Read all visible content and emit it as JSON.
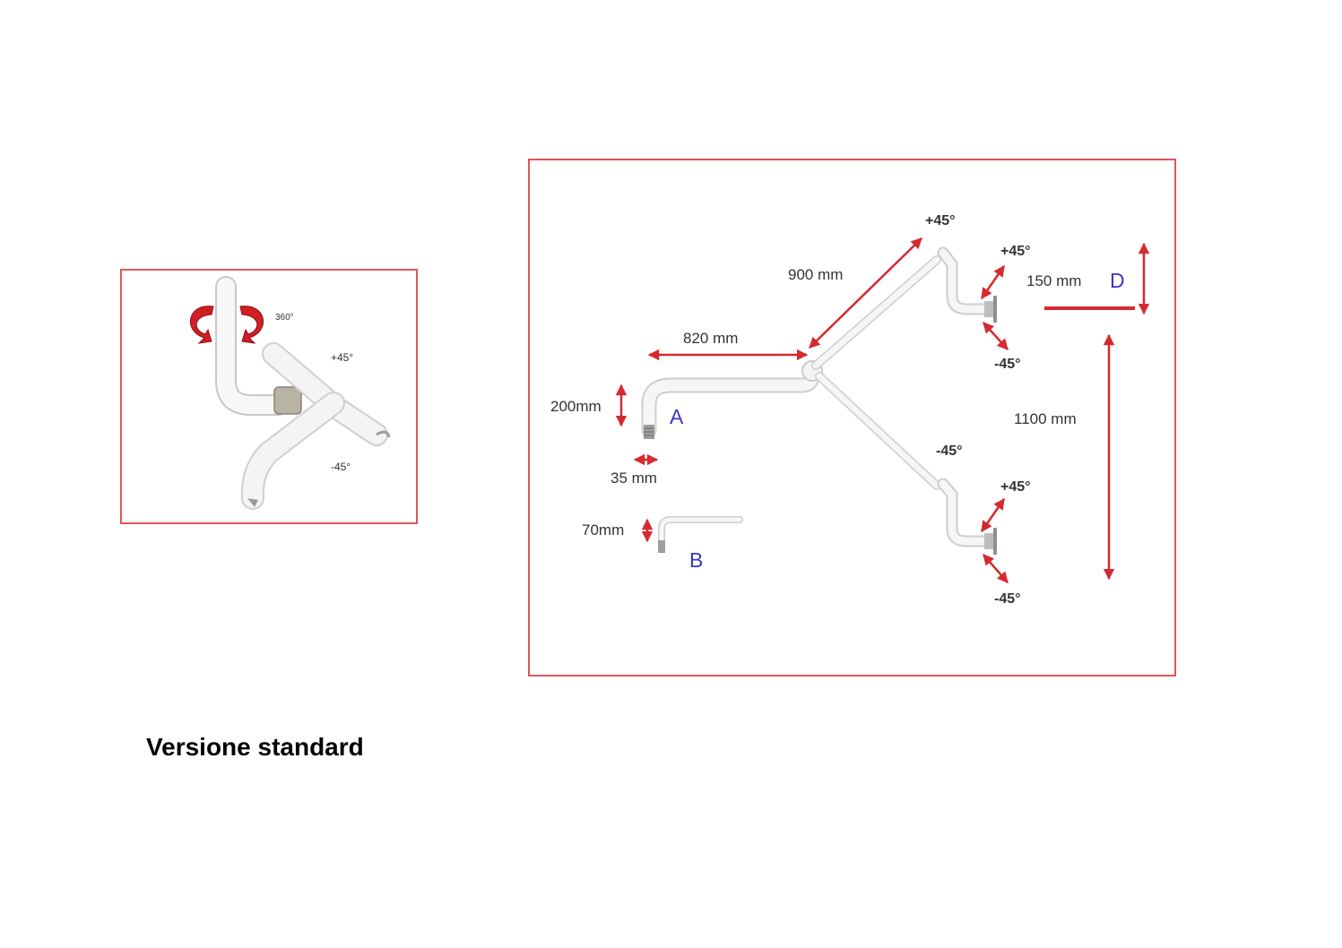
{
  "left_panel": {
    "rotation": "360°",
    "tilt_up": "+45°",
    "tilt_down": "-45°"
  },
  "right_panel": {
    "dim_820": "820 mm",
    "dim_900": "900 mm",
    "dim_200": "200mm",
    "dim_35": "35 mm",
    "dim_70": "70mm",
    "dim_150": "150 mm",
    "dim_1100": "1100 mm",
    "top_joint_plus": "+45°",
    "upper_head_plus": "+45°",
    "upper_head_minus": "-45°",
    "lower_joint_minus": "-45°",
    "lower_head_plus": "+45°",
    "lower_head_minus": "-45°",
    "letter_a": "A",
    "letter_b": "B",
    "letter_d": "D"
  },
  "caption": "Versione standard",
  "colors": {
    "frame": "#e0555a",
    "arrow": "#d42a30",
    "letter": "#3a35c8",
    "arm": "#f2f2f2"
  }
}
